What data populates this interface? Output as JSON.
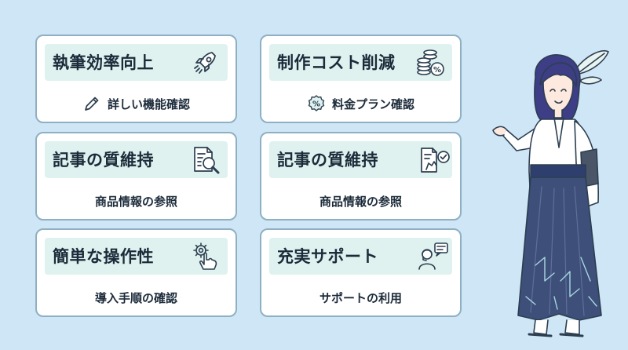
{
  "cards": [
    {
      "title": "執筆効率向上",
      "subtitle": "詳しい機能確認",
      "head_icon": "rocket-icon",
      "sub_icon": "pen-icon"
    },
    {
      "title": "制作コスト削減",
      "subtitle": "料金プラン確認",
      "head_icon": "coins-icon",
      "sub_icon": "discount-badge-icon"
    },
    {
      "title": "記事の質維持",
      "subtitle": "商品情報の参照",
      "head_icon": "document-search-icon"
    },
    {
      "title": "記事の質維持",
      "subtitle": "商品情報の参照",
      "head_icon": "document-check-icon"
    },
    {
      "title": "簡単な操作性",
      "subtitle": "導入手順の確認",
      "head_icon": "touch-gear-icon"
    },
    {
      "title": "充実サポート",
      "subtitle": "サポートの利用",
      "head_icon": "support-agent-icon"
    }
  ],
  "colors": {
    "background": "#cfe6f7",
    "card_border": "#8fb0c3",
    "card_head": "#dff2ef",
    "text": "#1c2b3a"
  },
  "character": {
    "icon": "hakama-guide-character"
  }
}
